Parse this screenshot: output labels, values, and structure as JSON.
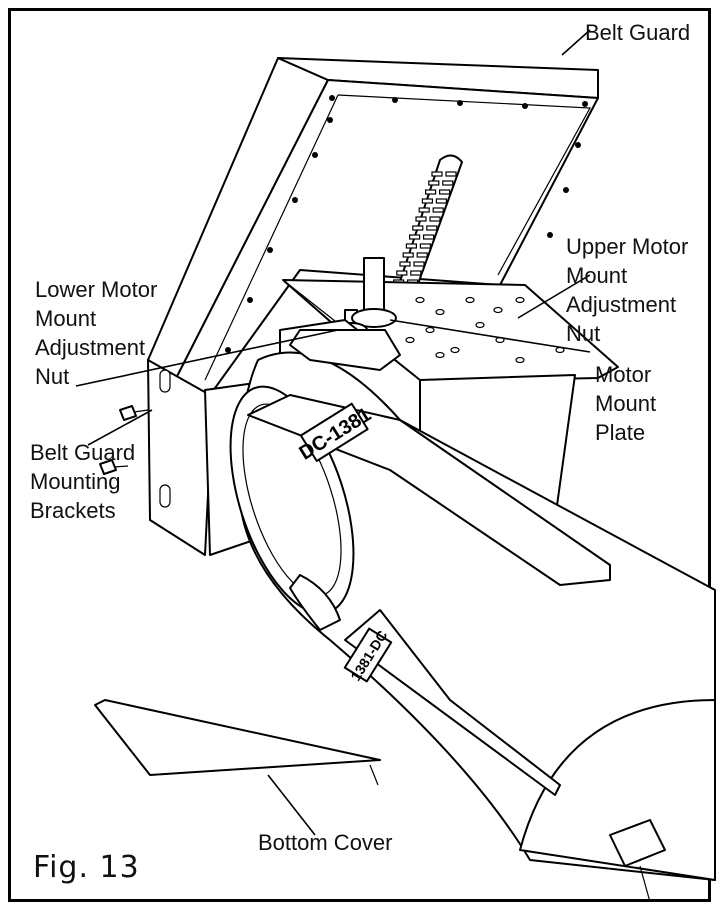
{
  "labels": {
    "belt_guard": "Belt Guard",
    "upper_motor_mount_adjustment_nut": "Upper Motor\nMount\nAdjustment\nNut",
    "lower_motor_mount_adjustment_nut": "Lower Motor\nMount\nAdjustment\nNut",
    "motor_mount_plate": "Motor\nMount\nPlate",
    "belt_guard_mounting_brackets": "Belt Guard\nMounting\nBrackets",
    "bottom_cover": "Bottom Cover"
  },
  "figure_label": "Fig. 13",
  "decals": {
    "dc_model": "DC-1381",
    "side_tag": "1381-DC"
  }
}
